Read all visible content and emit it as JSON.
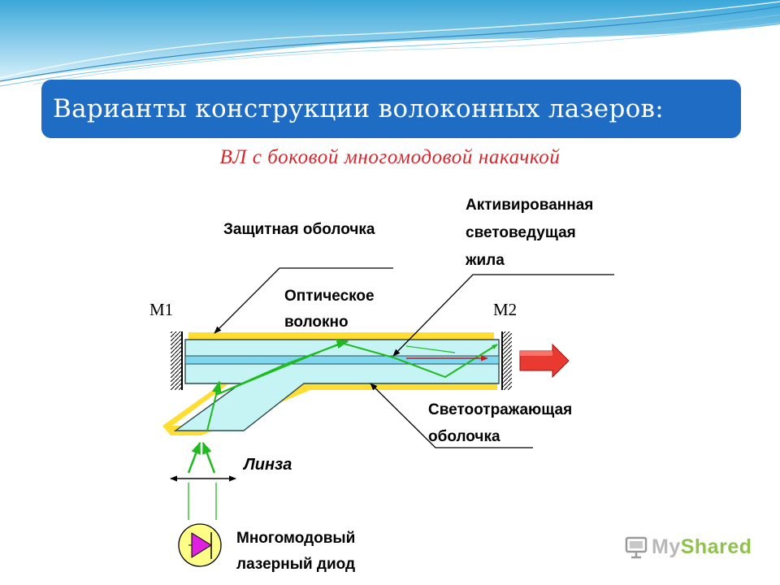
{
  "slide": {
    "title": "Варианты конструкции волоконных лазеров:",
    "subtitle": "ВЛ с боковой многомодовой накачкой"
  },
  "diagram": {
    "labels": {
      "protective_coating": "Защитная оболочка",
      "active_core_line1": "Активированная",
      "active_core_line2": "световедущая",
      "active_core_line3": "жила",
      "mirror_left": "М1",
      "mirror_right": "М2",
      "optical_fiber_line1": "Оптическое",
      "optical_fiber_line2": "волокно",
      "reflective_cladding_line1": "Светоотражающая",
      "reflective_cladding_line2": "оболочка",
      "lens": "Линза",
      "diode_line1": "Многомодовый",
      "diode_line2": "лазерный диод"
    },
    "colors": {
      "coating": "#ffdd33",
      "fiber": "#c6f4f4",
      "core": "#7fd7ef",
      "beam": "#1fba1f",
      "output_arrow": "#e83a30",
      "diode_body": "#ffff88",
      "diode_triangle": "#e020e0"
    }
  },
  "watermark": {
    "logo_prefix": "My",
    "logo_suffix": "Shared",
    "icon": "presentation-screen-icon"
  }
}
